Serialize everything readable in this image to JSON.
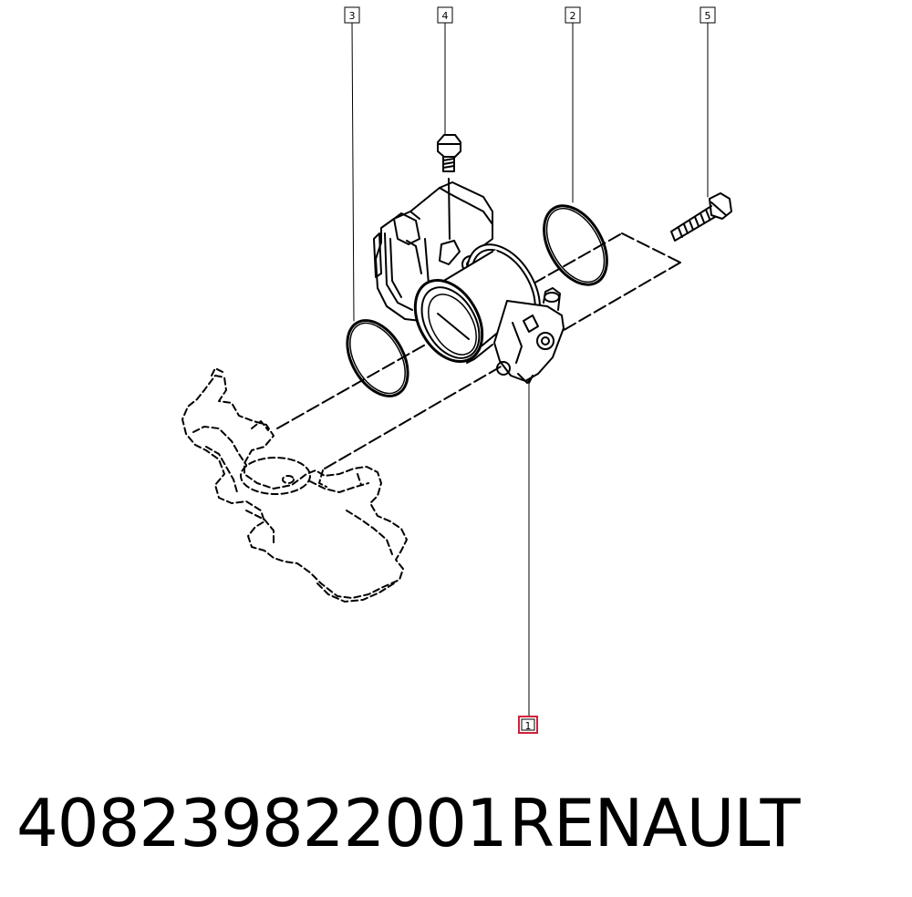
{
  "callouts": [
    {
      "label": "1",
      "highlight": true
    },
    {
      "label": "2",
      "highlight": false
    },
    {
      "label": "3",
      "highlight": false
    },
    {
      "label": "4",
      "highlight": false
    },
    {
      "label": "5",
      "highlight": false
    }
  ],
  "footer": {
    "part_number": "408239822001",
    "brand": "RENAULT"
  },
  "colors": {
    "line": "#000000",
    "highlight": "#d0203a",
    "background": "#ffffff"
  }
}
